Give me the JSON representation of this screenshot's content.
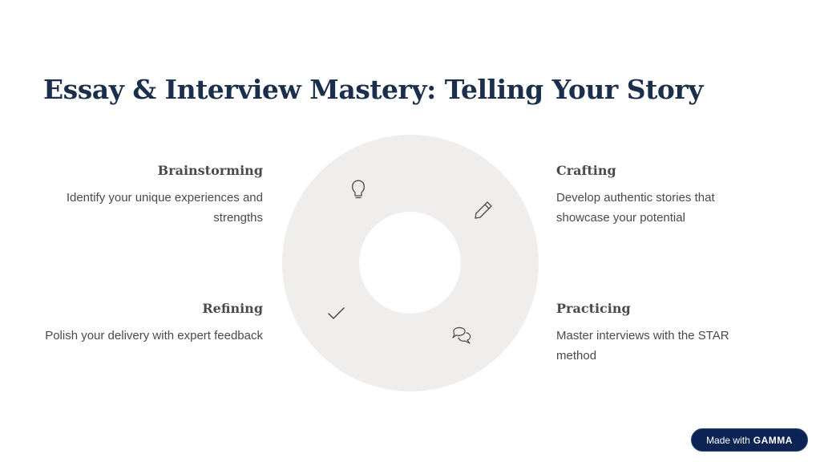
{
  "page": {
    "title": "Essay & Interview Mastery: Telling Your Story"
  },
  "steps": [
    {
      "title": "Brainstorming",
      "description": "Identify your unique experiences and strengths",
      "icon": "lightbulb-icon"
    },
    {
      "title": "Crafting",
      "description": "Develop authentic stories that showcase your potential",
      "icon": "pencil-icon"
    },
    {
      "title": "Practicing",
      "description": "Master interviews with the STAR method",
      "icon": "chat-bubbles-icon"
    },
    {
      "title": "Refining",
      "description": "Polish your delivery with expert feedback",
      "icon": "checkmark-icon"
    }
  ],
  "badge": {
    "prefix": "Made with",
    "brand": "GAMMA"
  },
  "colors": {
    "title": "#1b2f4d",
    "text": "#4a4a4a",
    "ring": "#f0eeed",
    "badge_bg": "#0c2453"
  }
}
